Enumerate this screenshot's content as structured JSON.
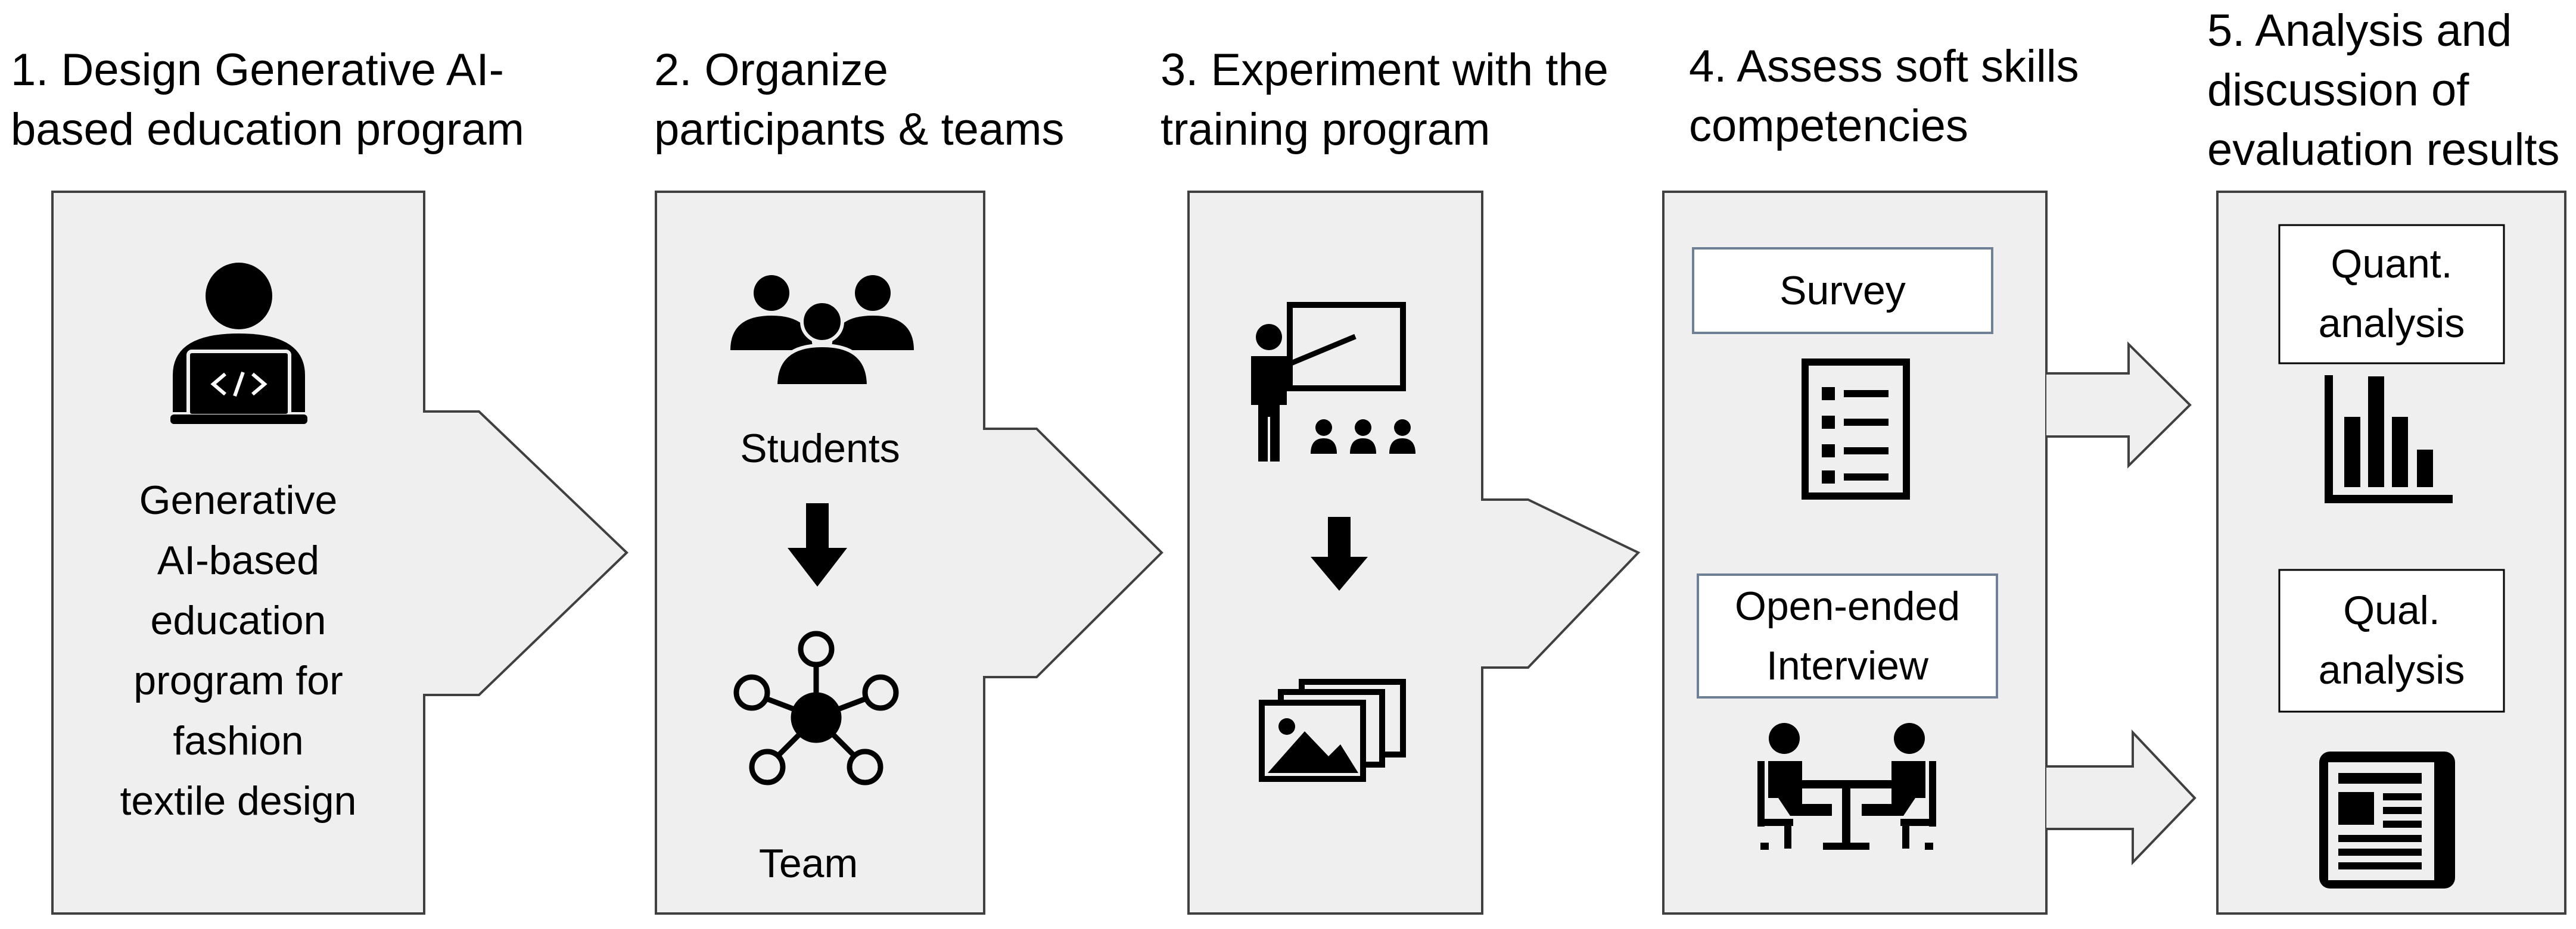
{
  "steps": [
    {
      "title_lines": [
        "1. Design Generative AI-",
        "based education program"
      ],
      "description_lines": [
        "Generative",
        "AI-based",
        "education",
        "program for",
        "fashion",
        "textile design"
      ],
      "icon": "developer-laptop-icon"
    },
    {
      "title_lines": [
        "2. Organize",
        "participants & teams"
      ],
      "students_label": "Students",
      "team_label": "Team",
      "icons": [
        "students-group-icon",
        "down-arrow-icon",
        "team-network-icon"
      ]
    },
    {
      "title_lines": [
        "3. Experiment with the",
        "training program"
      ],
      "icons": [
        "teacher-presentation-icon",
        "down-arrow-icon",
        "image-gallery-icon"
      ]
    },
    {
      "title_lines": [
        "4. Assess soft skills",
        "competencies"
      ],
      "survey_label": "Survey",
      "interview_lines": [
        "Open-ended",
        "Interview"
      ],
      "icons": [
        "survey-checklist-icon",
        "interview-meeting-icon"
      ]
    },
    {
      "title_lines": [
        "5. Analysis and",
        "discussion of",
        "evaluation results"
      ],
      "quant_lines": [
        "Quant.",
        "analysis"
      ],
      "qual_lines": [
        "Qual.",
        "analysis"
      ],
      "icons": [
        "bar-chart-icon",
        "newspaper-icon"
      ]
    }
  ],
  "colors": {
    "panel_fill": "#efefef",
    "panel_stroke": "#404040",
    "label_box_stroke": "#6f7f95",
    "icon": "#000000"
  }
}
